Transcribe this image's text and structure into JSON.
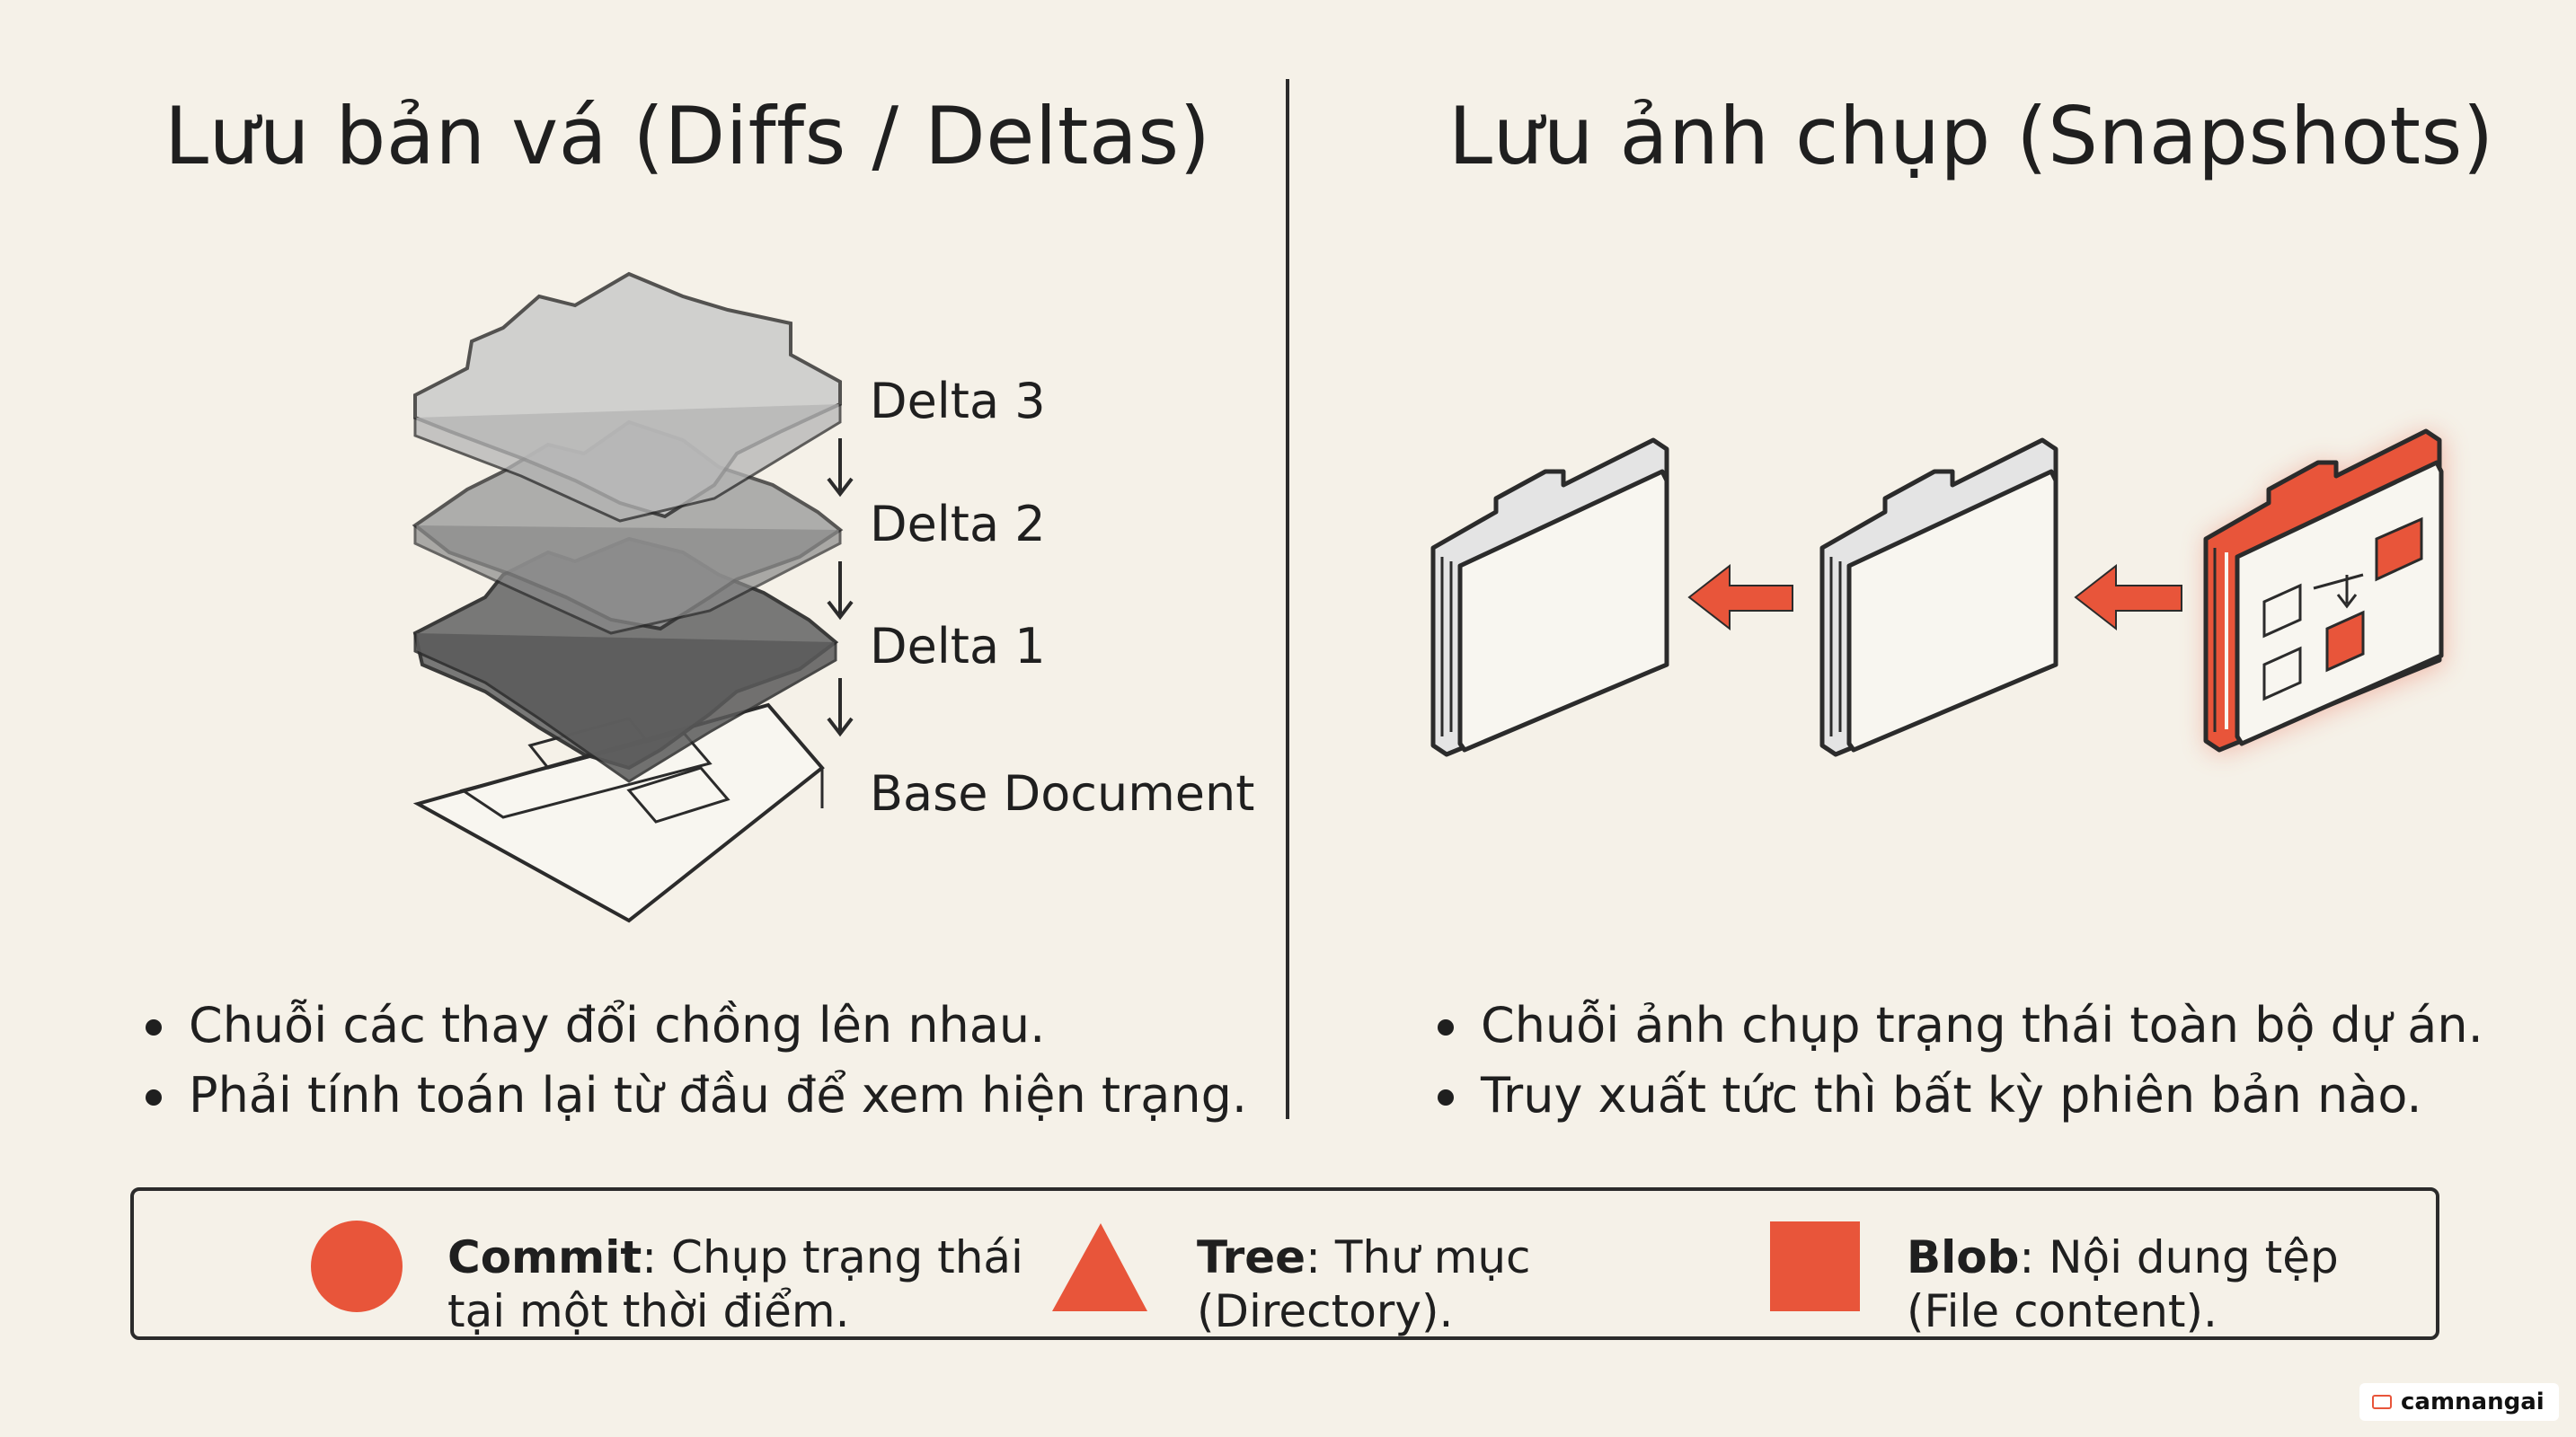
{
  "left": {
    "title": "Lưu bản vá (Diffs / Deltas)",
    "layers": [
      "Delta 3",
      "Delta 2",
      "Delta 1",
      "Base Document"
    ],
    "bullets": [
      "Chuỗi các thay đổi chồng lên nhau.",
      "Phải tính toán lại từ đầu để xem hiện trạng."
    ]
  },
  "right": {
    "title": "Lưu ảnh chụp (Snapshots)",
    "bullets": [
      "Chuỗi ảnh chụp trạng thái toàn bộ dự án.",
      "Truy xuất tức thì bất kỳ phiên bản nào."
    ]
  },
  "legend": [
    {
      "term": "Commit",
      "sep": ":",
      "line1": " Chụp trạng thái",
      "line2": "tại một thời điểm.",
      "icon": "circle-icon"
    },
    {
      "term": "Tree",
      "sep": ":",
      "line1": " Thư mục",
      "line2": "(Directory).",
      "icon": "triangle-icon"
    },
    {
      "term": "Blob",
      "sep": ":",
      "line1": " Nội dung tệp",
      "line2": "(File content).",
      "icon": "square-icon"
    }
  ],
  "colors": {
    "accent": "#e8553a",
    "background": "#f5f1e8",
    "ink": "#2b2b2b"
  },
  "watermark": "camnangai"
}
